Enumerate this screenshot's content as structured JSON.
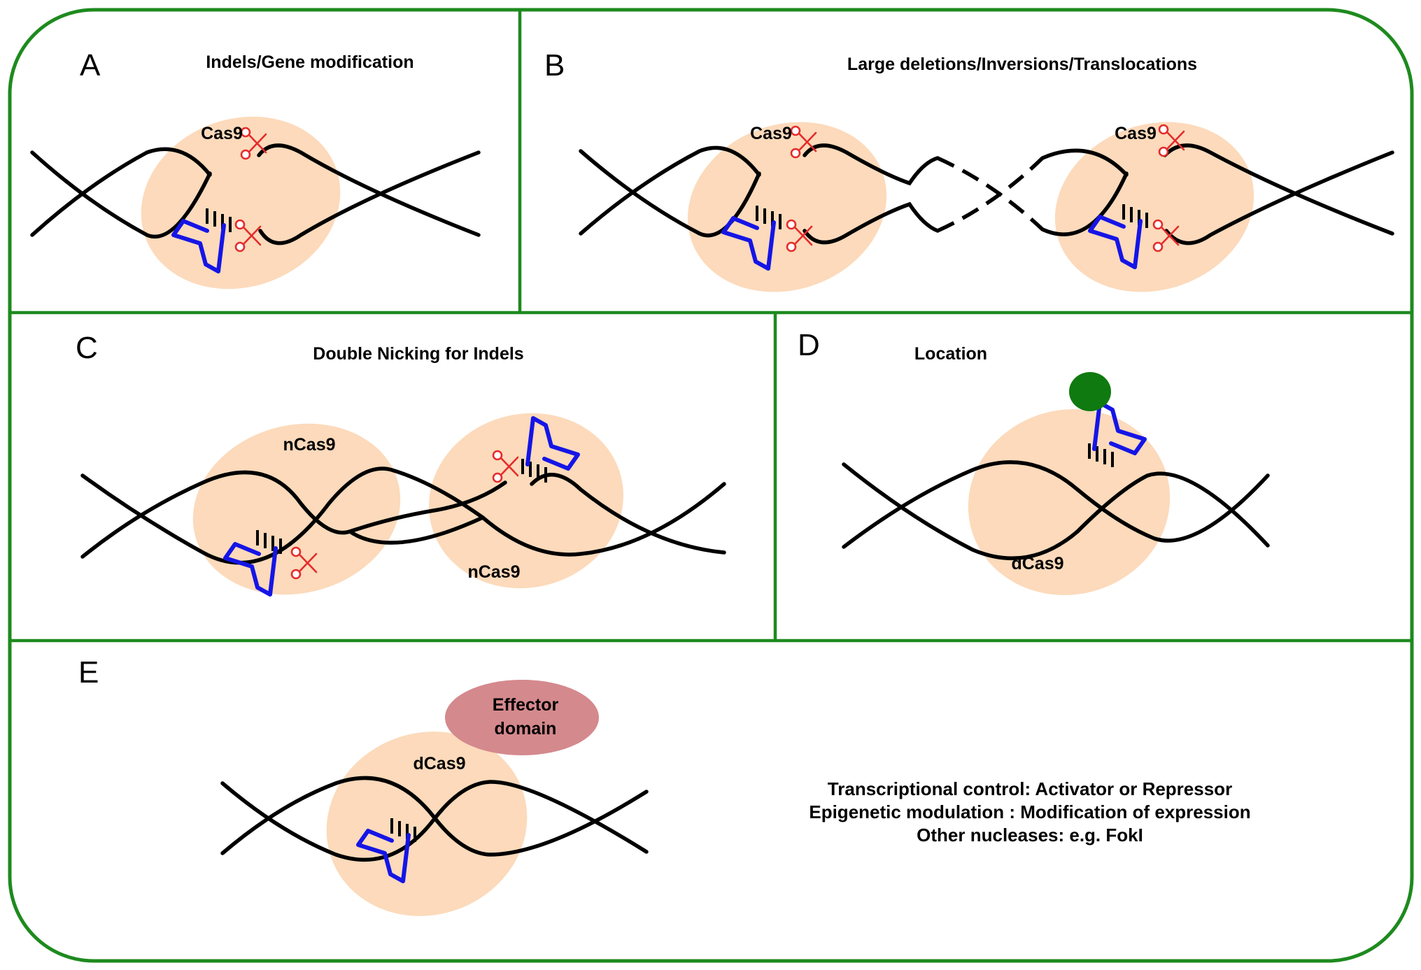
{
  "panels": {
    "A": {
      "letter": "A",
      "title": "Indels/Gene modification",
      "cas_label": "Cas9"
    },
    "B": {
      "letter": "B",
      "title": "Large deletions/Inversions/Translocations",
      "cas_label_left": "Cas9",
      "cas_label_right": "Cas9"
    },
    "C": {
      "letter": "C",
      "title": "Double Nicking for Indels",
      "cas_label_left": "nCas9",
      "cas_label_right": "nCas9"
    },
    "D": {
      "letter": "D",
      "title": "Location",
      "cas_label": "dCas9"
    },
    "E": {
      "letter": "E",
      "cas_label": "dCas9",
      "effector_line1": "Effector",
      "effector_line2": "domain",
      "notes": [
        "Transcriptional control: Activator or Repressor",
        "Epigenetic modulation : Modification of expression",
        "Other nucleases: e.g. FokI"
      ]
    }
  },
  "colors": {
    "frame": "#1e8a1e",
    "dna": "#000000",
    "cas9_body": "#fcd7b5",
    "guide_rna": "#1515e6",
    "scissors": "#e52b2b",
    "tag": "#0f7a0f",
    "effector": "#d4898d"
  }
}
